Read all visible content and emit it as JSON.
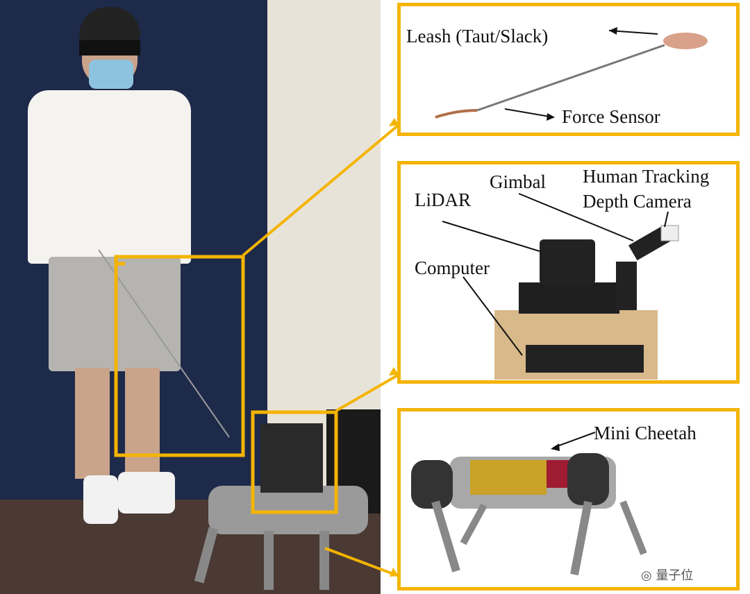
{
  "colors": {
    "highlight": "#F4B400",
    "door": "#1E2A4A",
    "wall": "#E9E4DA",
    "floor": "#4A3A33"
  },
  "labels": {
    "leash": "Leash (Taut/Slack)",
    "force_sensor": "Force Sensor",
    "human_tracking_1": "Human Tracking",
    "human_tracking_2": "Depth Camera",
    "gimbal": "Gimbal",
    "lidar": "LiDAR",
    "computer": "Computer",
    "mini_cheetah": "Mini Cheetah"
  },
  "watermark": "量子位"
}
